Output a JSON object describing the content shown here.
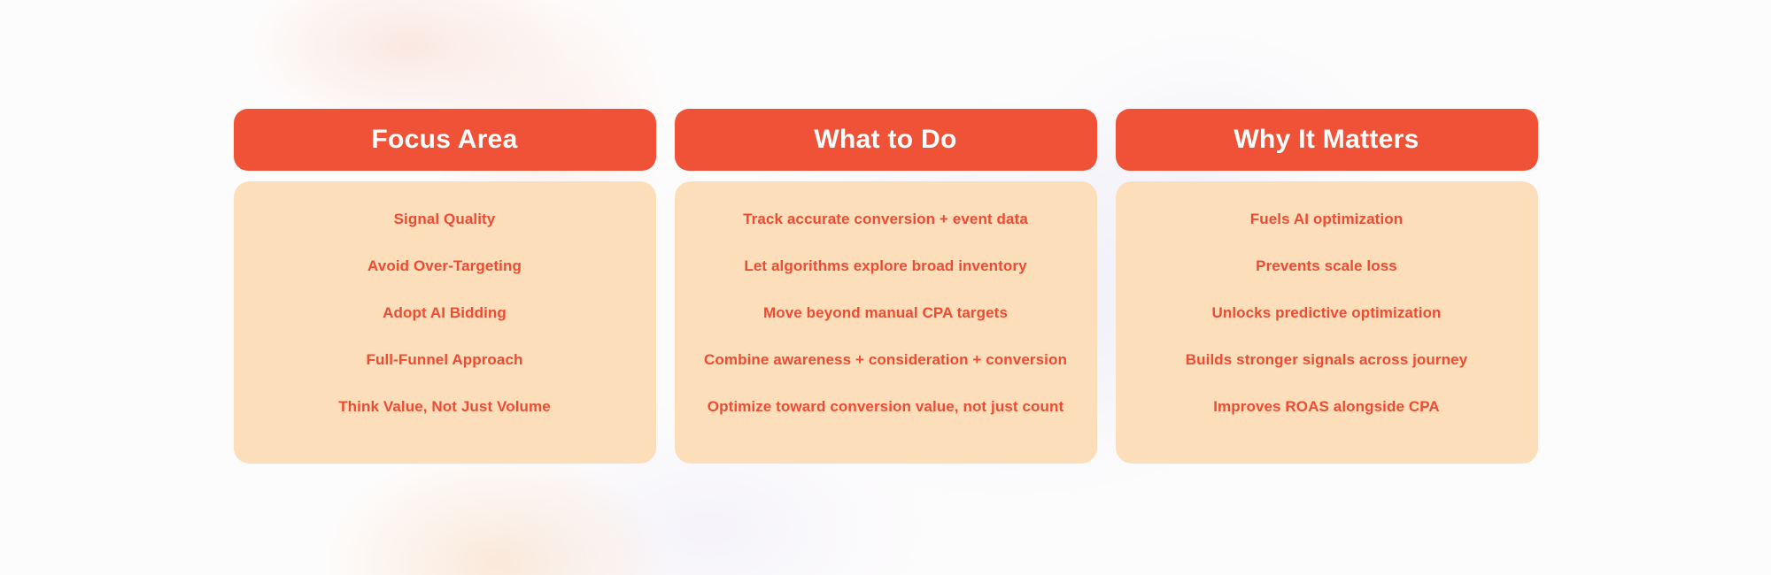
{
  "chart_data": {
    "type": "table",
    "columns": [
      "Focus Area",
      "What to Do",
      "Why It Matters"
    ],
    "rows": [
      [
        "Signal Quality",
        "Track accurate conversion + event data",
        "Fuels AI optimization"
      ],
      [
        "Avoid Over-Targeting",
        "Let algorithms explore broad inventory",
        "Prevents scale loss"
      ],
      [
        "Adopt AI Bidding",
        "Move beyond manual CPA targets",
        "Unlocks predictive optimization"
      ],
      [
        "Full-Funnel Approach",
        "Combine awareness + consideration + conversion",
        "Builds stronger signals across journey"
      ],
      [
        "Think Value, Not Just Volume",
        "Optimize toward conversion value, not just count",
        "Improves ROAS alongside CPA"
      ]
    ],
    "legend_position": "none",
    "grid": false
  },
  "colors": {
    "header_bg": "#EF5237",
    "header_text": "#FFFFFF",
    "card_bg": "#FCDEBB",
    "row_text": "#EE4B32",
    "page_bg": "#FDFCFC"
  }
}
